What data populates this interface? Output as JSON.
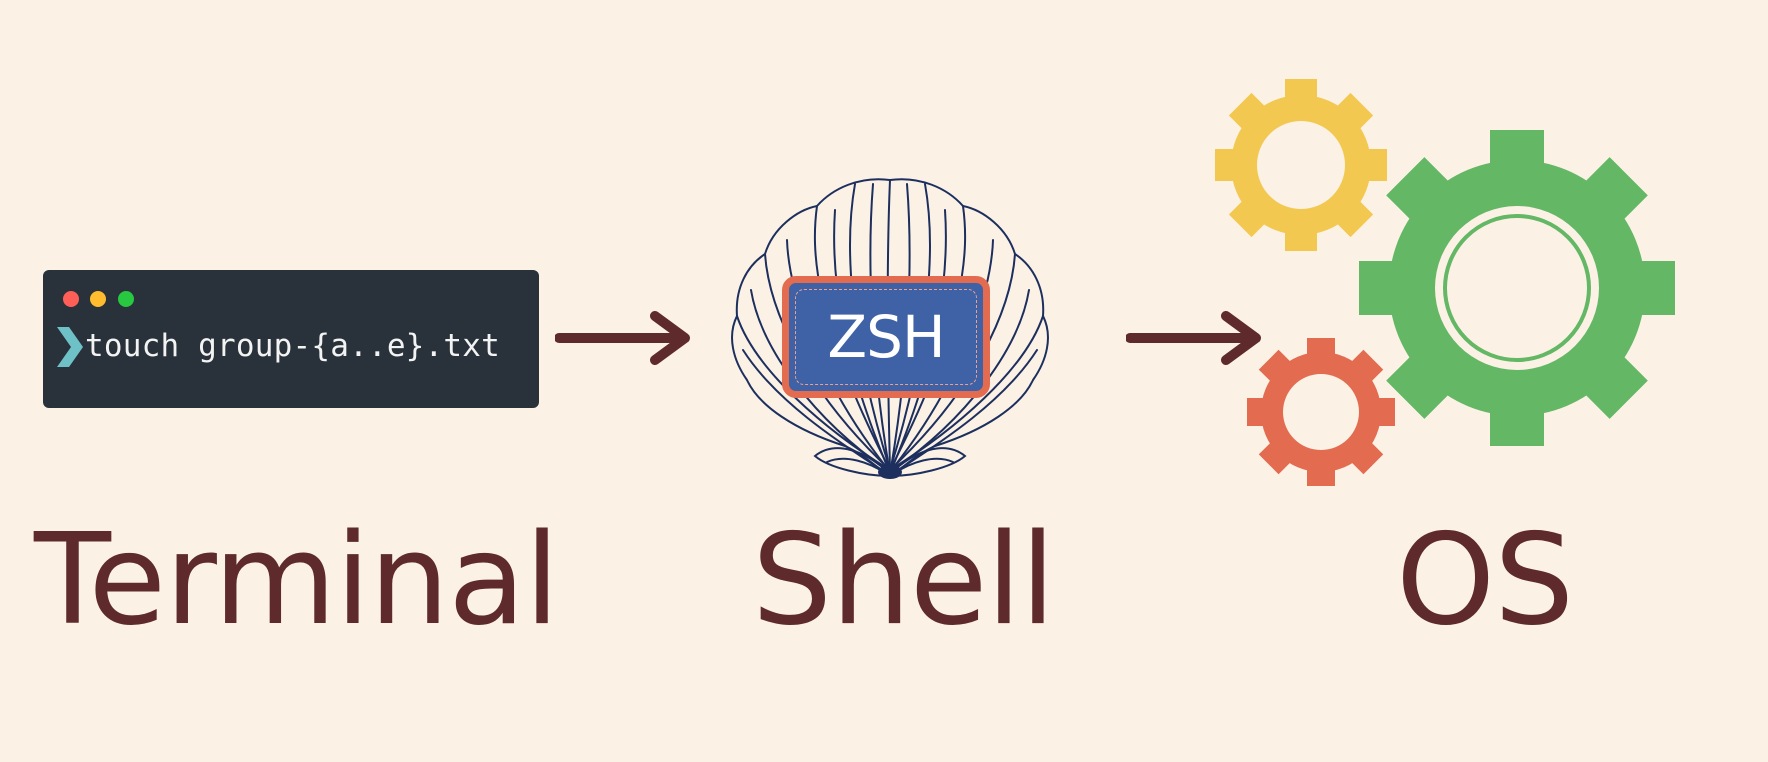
{
  "terminal": {
    "command": "touch group-{a..e}.txt",
    "window_dots": [
      "#ff5f57",
      "#febc2e",
      "#28c840"
    ]
  },
  "shell": {
    "badge": "ZSH"
  },
  "labels": {
    "terminal": "Terminal",
    "shell": "Shell",
    "os": "OS"
  },
  "colors": {
    "background": "#fbf2e5",
    "label_text": "#5e2a2c",
    "arrow": "#5e2a2c",
    "badge_fill": "#3e62a5",
    "badge_border": "#e26b50",
    "gear_large": "#63b765",
    "gear_yellow": "#f3c851",
    "gear_red": "#e26b50",
    "prompt_chevron": "#6ec1c7"
  },
  "icons": [
    "terminal-window-icon",
    "prompt-chevron-icon",
    "arrow-right-icon",
    "seashell-icon",
    "gear-icon"
  ]
}
